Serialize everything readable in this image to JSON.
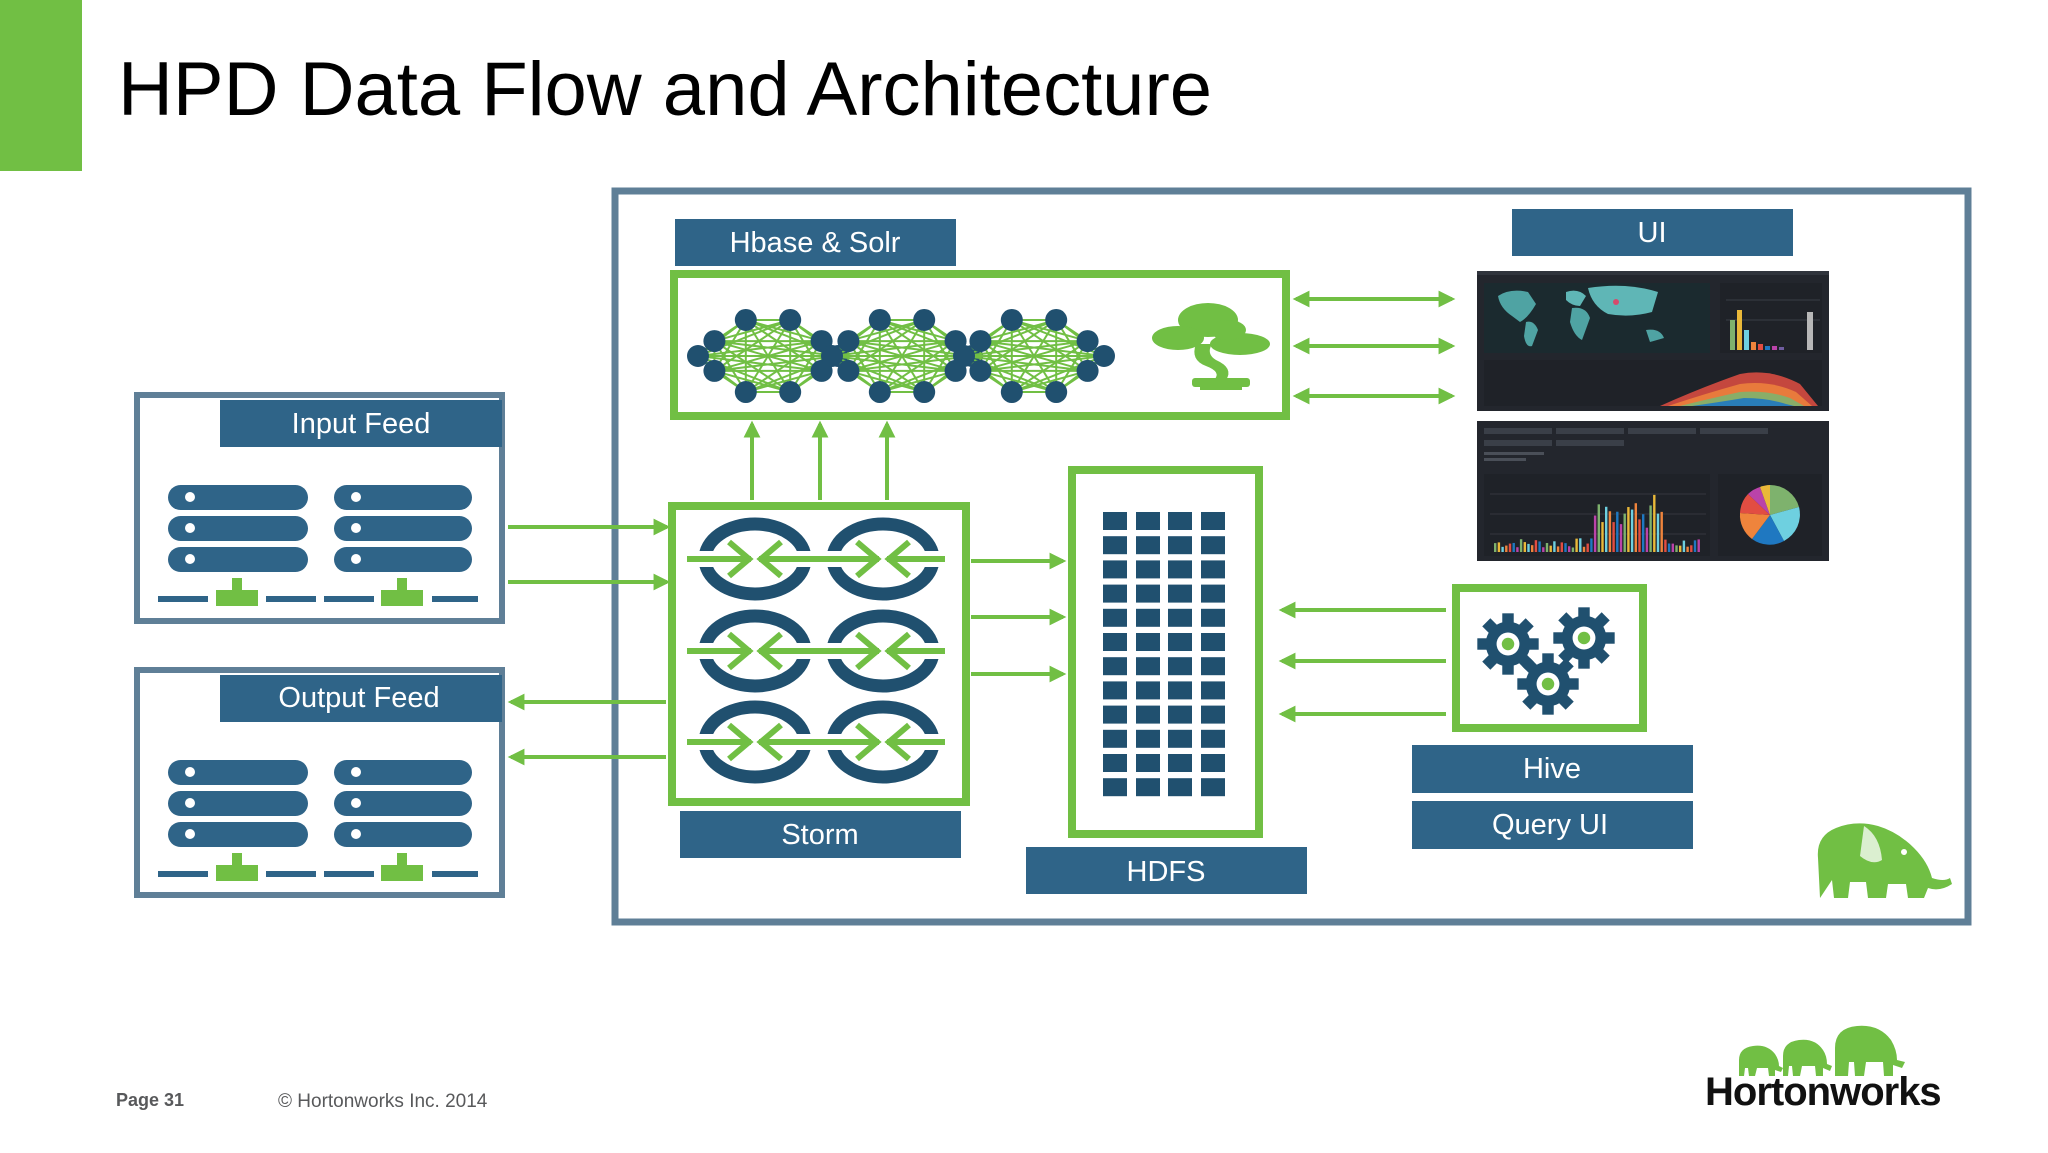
{
  "slide": {
    "title": "HPD Data Flow and Architecture",
    "page_label": "Page 31",
    "copyright": "© Hortonworks Inc. 2014"
  },
  "brand": {
    "name": "Hortonworks",
    "logo_icon": "hortonworks-elephants-logo"
  },
  "colors": {
    "accent_green": "#71bf44",
    "label_blue": "#2f6488",
    "frame_gray": "#5f7f97",
    "node_blue": "#20506f",
    "dashboard_bg": "#23262d"
  },
  "components": {
    "input_feed": {
      "label": "Input Feed",
      "icon": "server-rack-icon"
    },
    "output_feed": {
      "label": "Output Feed",
      "icon": "server-rack-icon"
    },
    "hbase_solr": {
      "label": "Hbase & Solr",
      "icons": [
        "cluster-network-icon",
        "cluster-network-icon",
        "cluster-network-icon",
        "bonsai-tree-icon"
      ]
    },
    "ui": {
      "label": "UI",
      "icons": [
        "dashboard-world-map-screenshot",
        "dashboard-charts-screenshot"
      ]
    },
    "storm": {
      "label": "Storm",
      "icon": "storm-spout-bolt-icon"
    },
    "hdfs": {
      "label": "HDFS",
      "icon": "hdfs-block-grid-icon"
    },
    "hive": {
      "label": "Hive",
      "sublabel": "Query UI",
      "icon": "gears-icon"
    },
    "hadoop": {
      "icon": "hadoop-elephant-icon"
    }
  }
}
